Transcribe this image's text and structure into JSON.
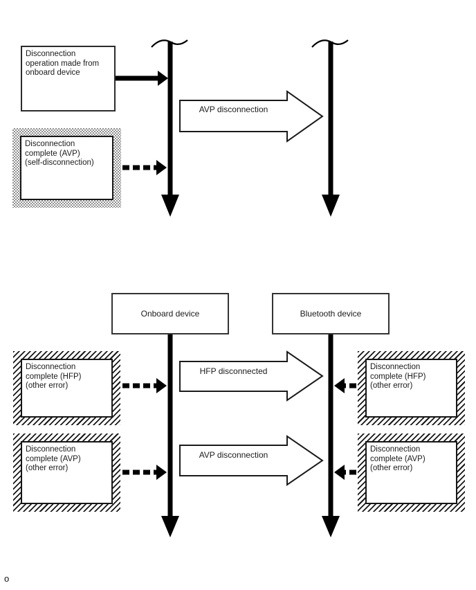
{
  "page": {
    "footnote": "o"
  },
  "colors": {
    "line": "#000000",
    "box_border": "#2b2b2b",
    "fill": "#ffffff",
    "hatch_dark": "#161616",
    "stipple_gray": "#8f8f8f"
  },
  "top_diagram": {
    "boxes": {
      "operation": {
        "lines": [
          "Disconnection",
          "operation made from",
          "onboard device"
        ]
      },
      "complete_avp_self": {
        "lines": [
          "Disconnection",
          "complete (AVP)",
          "(self-disconnection)"
        ]
      }
    },
    "block_arrow": {
      "label": "AVP disconnection"
    }
  },
  "bottom_diagram": {
    "actors": {
      "onboard": "Onboard device",
      "bluetooth": "Bluetooth device"
    },
    "left_boxes": {
      "hfp": {
        "lines": [
          "Disconnection",
          "complete (HFP)",
          "(other error)"
        ]
      },
      "avp": {
        "lines": [
          "Disconnection",
          "complete (AVP)",
          "(other error)"
        ]
      }
    },
    "right_boxes": {
      "hfp": {
        "lines": [
          "Disconnection",
          "complete (HFP)",
          "(other error)"
        ]
      },
      "avp": {
        "lines": [
          "Disconnection",
          "complete (AVP)",
          "(other error)"
        ]
      }
    },
    "block_arrows": {
      "hfp": {
        "label": "HFP disconnected"
      },
      "avp": {
        "label": "AVP disconnection"
      }
    }
  }
}
